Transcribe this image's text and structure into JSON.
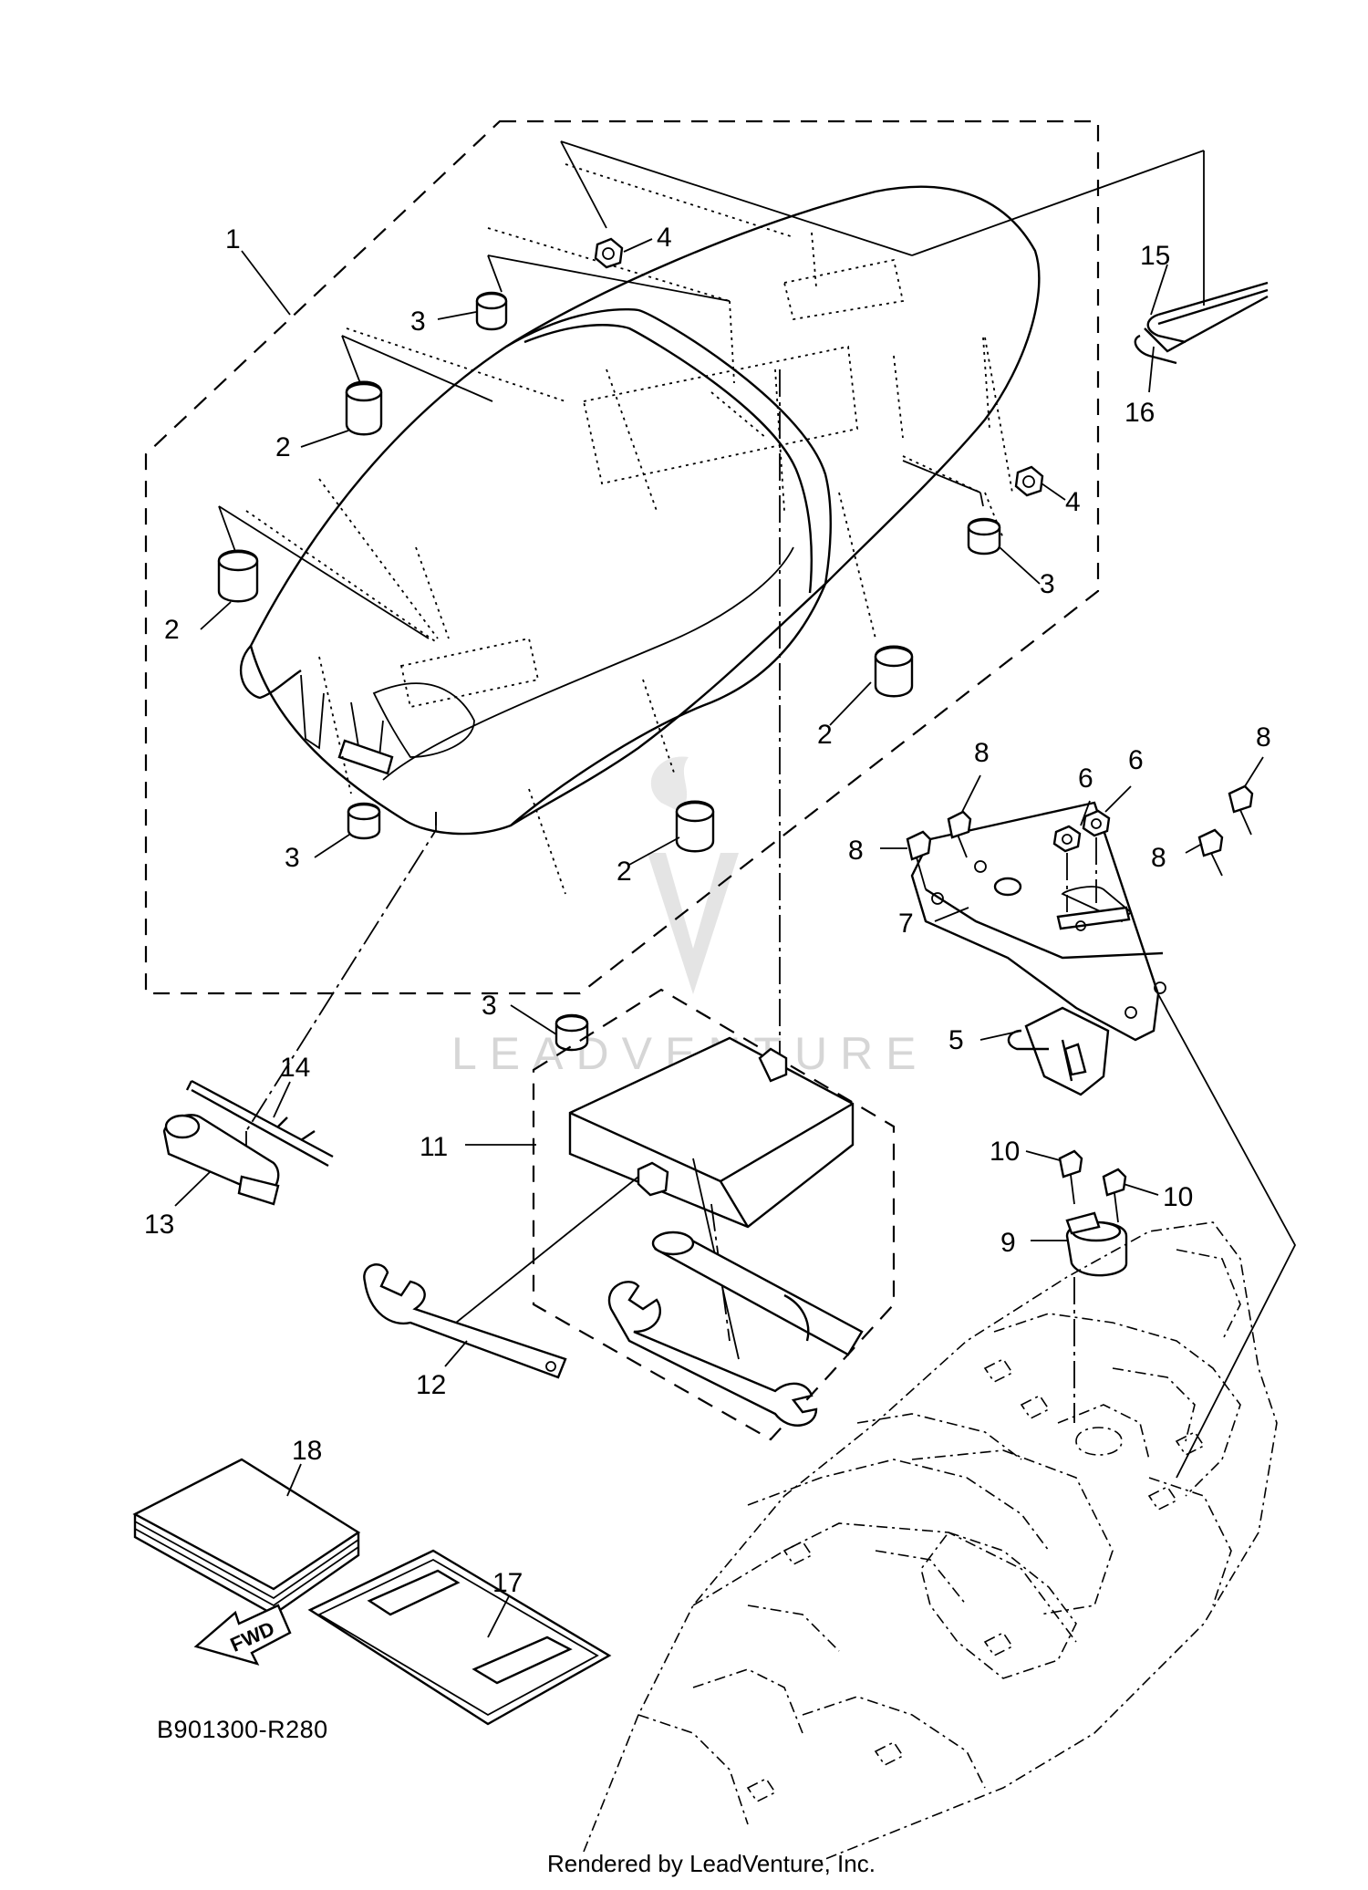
{
  "diagram": {
    "code": "B901300-R280",
    "fwd_label": "FWD",
    "footer": "Rendered by LeadVenture, Inc.",
    "watermark": "LEADVENTURE"
  },
  "callouts": [
    {
      "id": "c1",
      "text": "1"
    },
    {
      "id": "c2a",
      "text": "2"
    },
    {
      "id": "c2b",
      "text": "2"
    },
    {
      "id": "c2c",
      "text": "2"
    },
    {
      "id": "c2d",
      "text": "2"
    },
    {
      "id": "c3a",
      "text": "3"
    },
    {
      "id": "c3b",
      "text": "3"
    },
    {
      "id": "c3c",
      "text": "3"
    },
    {
      "id": "c3d",
      "text": "3"
    },
    {
      "id": "c4a",
      "text": "4"
    },
    {
      "id": "c4b",
      "text": "4"
    },
    {
      "id": "c5",
      "text": "5"
    },
    {
      "id": "c6a",
      "text": "6"
    },
    {
      "id": "c6b",
      "text": "6"
    },
    {
      "id": "c7",
      "text": "7"
    },
    {
      "id": "c8a",
      "text": "8"
    },
    {
      "id": "c8b",
      "text": "8"
    },
    {
      "id": "c8c",
      "text": "8"
    },
    {
      "id": "c8d",
      "text": "8"
    },
    {
      "id": "c9",
      "text": "9"
    },
    {
      "id": "c10a",
      "text": "10"
    },
    {
      "id": "c10b",
      "text": "10"
    },
    {
      "id": "c11",
      "text": "11"
    },
    {
      "id": "c12",
      "text": "12"
    },
    {
      "id": "c13",
      "text": "13"
    },
    {
      "id": "c14",
      "text": "14"
    },
    {
      "id": "c15",
      "text": "15"
    },
    {
      "id": "c16",
      "text": "16"
    },
    {
      "id": "c17",
      "text": "17"
    },
    {
      "id": "c18",
      "text": "18"
    }
  ]
}
